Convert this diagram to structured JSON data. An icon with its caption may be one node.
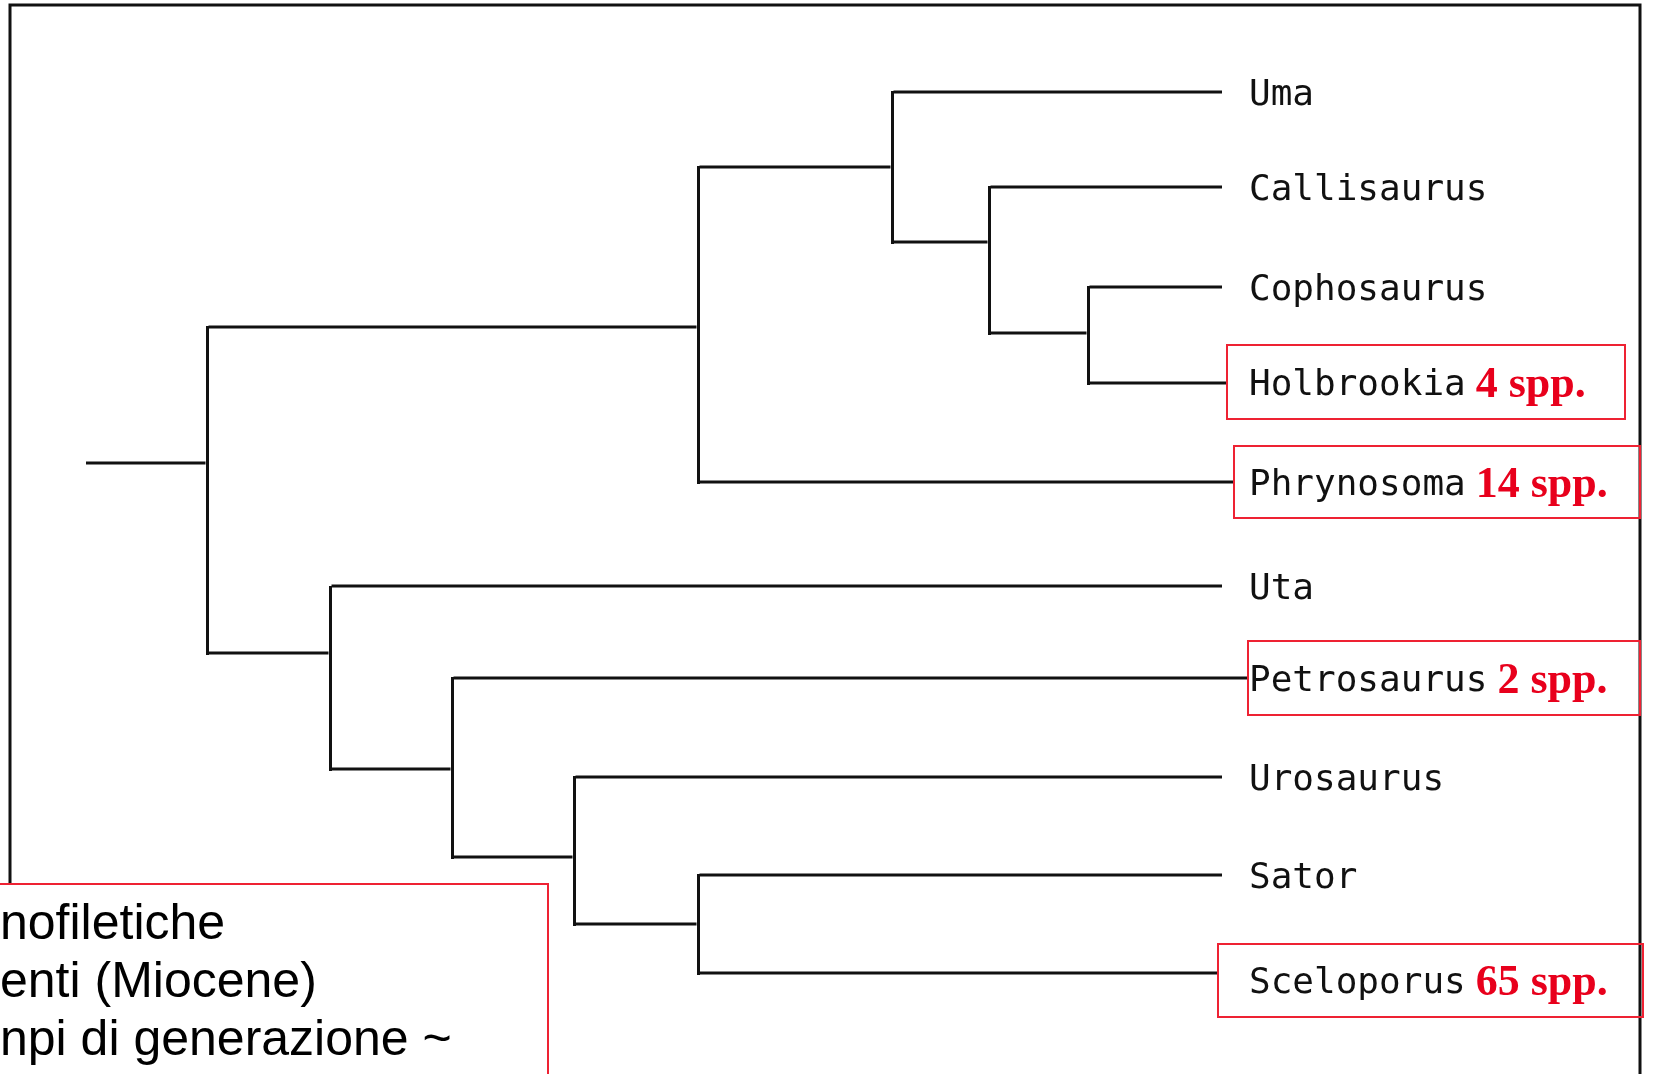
{
  "diagram": {
    "nodes": [
      {
        "text": [
          "Uma"
        ]
      },
      {
        "text": [
          "Callisaurus"
        ]
      },
      {
        "text": [
          "Cophosaurus"
        ]
      },
      {
        "text": [
          "Holbrookia",
          "4 spp."
        ]
      },
      {
        "text": [
          "Phrynosoma",
          "14 spp."
        ]
      },
      {
        "text": [
          "Uta"
        ]
      },
      {
        "text": [
          "Petrosaurus",
          "2 spp."
        ]
      },
      {
        "text": [
          "Urosaurus"
        ]
      },
      {
        "text": [
          "Sator"
        ]
      },
      {
        "text": [
          "Sceloporus",
          "65 spp."
        ]
      },
      {
        "text": [],
        "shape": "bar"
      },
      {
        "text": [],
        "shape": "bar"
      },
      {
        "text": [],
        "shape": "bar"
      },
      {
        "text": [],
        "shape": "bar"
      },
      {
        "text": [],
        "shape": "bar"
      },
      {
        "text": [],
        "shape": "bar"
      },
      {
        "text": [],
        "shape": "bar"
      },
      {
        "text": [],
        "shape": "bar"
      },
      {
        "text": [],
        "shape": "bar"
      },
      {
        "text": [
          "nofiletiche",
          "enti (Miocene)",
          "npi di generazione ~"
        ]
      }
    ],
    "edges": [
      {
        "from": null,
        "to": 10,
        "arrow": "none"
      },
      {
        "from": 10,
        "to": 11,
        "arrow": "none"
      },
      {
        "from": 11,
        "to": 12,
        "arrow": "none"
      },
      {
        "from": 12,
        "to": 0,
        "arrow": "none"
      },
      {
        "from": 12,
        "to": 13,
        "arrow": "none"
      },
      {
        "from": 13,
        "to": 1,
        "arrow": "none"
      },
      {
        "from": 13,
        "to": 14,
        "arrow": "none"
      },
      {
        "from": 14,
        "to": 2,
        "arrow": "none"
      },
      {
        "from": 14,
        "to": 3,
        "arrow": "none"
      },
      {
        "from": 11,
        "to": 4,
        "arrow": "none"
      },
      {
        "from": 10,
        "to": 15,
        "arrow": "none"
      },
      {
        "from": 15,
        "to": 5,
        "arrow": "none"
      },
      {
        "from": 15,
        "to": 16,
        "arrow": "none"
      },
      {
        "from": 16,
        "to": 6,
        "arrow": "none"
      },
      {
        "from": 16,
        "to": 17,
        "arrow": "none"
      },
      {
        "from": 17,
        "to": 7,
        "arrow": "none"
      },
      {
        "from": 17,
        "to": 18,
        "arrow": "none"
      },
      {
        "from": 18,
        "to": 8,
        "arrow": "none"
      },
      {
        "from": 18,
        "to": 9,
        "arrow": "none"
      }
    ]
  }
}
